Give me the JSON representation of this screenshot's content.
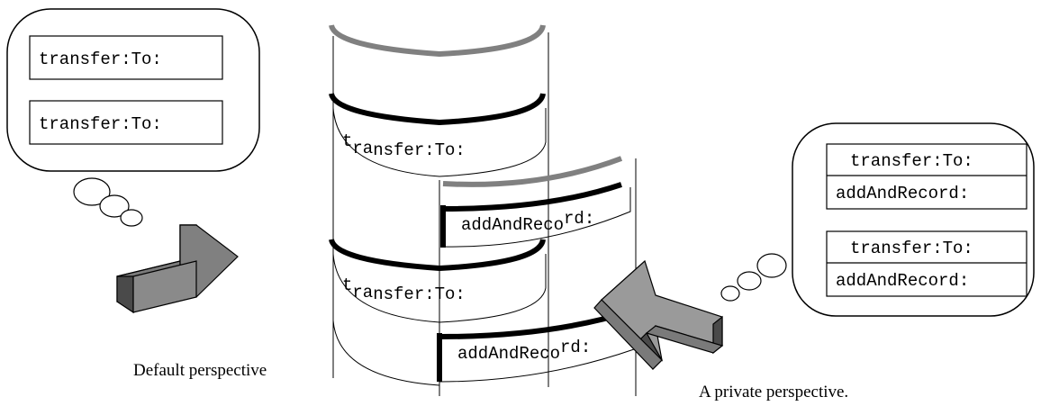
{
  "default_bubble": {
    "entries": [
      "transfer:To:",
      "transfer:To:"
    ]
  },
  "private_bubble": {
    "groups": [
      [
        "transfer:To:",
        "addAndRecord:"
      ],
      [
        "transfer:To:",
        "addAndRecord:"
      ]
    ]
  },
  "stack": {
    "upper_transfer": {
      "lead": "t",
      "lower": "ra",
      "rest": "nsfer:To:"
    },
    "upper_add": {
      "lead": "addAndRec",
      "rest": "o",
      "raised": "rd:"
    },
    "lower_transfer": {
      "lead": "t",
      "lower": "ra",
      "rest": "nsfer:To:"
    },
    "lower_add": {
      "lead": "addAndRec",
      "rest": "o",
      "raised": "rd:"
    }
  },
  "captions": {
    "default": "Default perspective",
    "private": "A private perspective."
  },
  "colors": {
    "accent_gray": "#808080",
    "arrow_top": "#9a9a9a",
    "arrow_side": "#4a4a4a",
    "arrow_front": "#7a7a7a"
  }
}
